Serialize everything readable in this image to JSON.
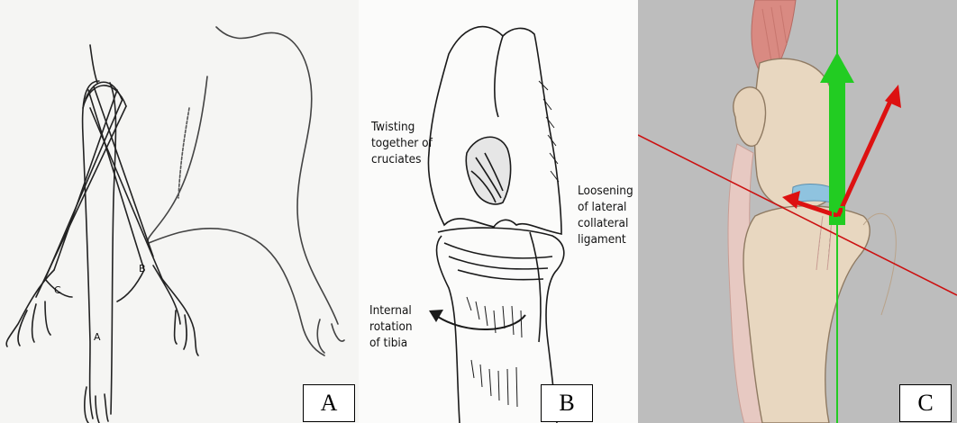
{
  "panels": [
    {
      "id": "A",
      "letter": "A",
      "curve_labels": [
        "A",
        "B",
        "C"
      ]
    },
    {
      "id": "B",
      "letter": "B",
      "annotations": {
        "twisting": [
          "Twisting",
          "together of",
          "cruciates"
        ],
        "loosening": [
          "Loosening",
          "of lateral",
          "collateral",
          "ligament"
        ],
        "rotation": [
          "Internal",
          "rotation",
          "of tibia"
        ]
      }
    },
    {
      "id": "C",
      "letter": "C"
    }
  ],
  "colors": {
    "axis_green": "#22cc22",
    "axis_red": "#dd1111",
    "background_c": "#bdbdbd",
    "meniscus_blue": "#8fc3df"
  }
}
